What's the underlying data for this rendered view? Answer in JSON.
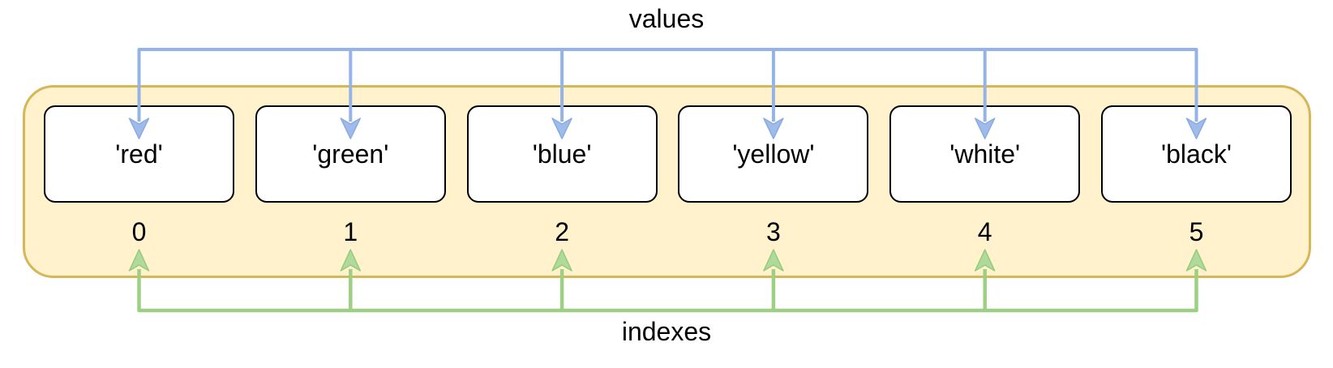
{
  "labels": {
    "top": "values",
    "bottom": "indexes"
  },
  "items": [
    {
      "value": "'red'",
      "index": "0"
    },
    {
      "value": "'green'",
      "index": "1"
    },
    {
      "value": "'blue'",
      "index": "2"
    },
    {
      "value": "'yellow'",
      "index": "3"
    },
    {
      "value": "'white'",
      "index": "4"
    },
    {
      "value": "'black'",
      "index": "5"
    }
  ],
  "colors": {
    "container_fill": "#FFF2CC",
    "container_border": "#D6B656",
    "box_fill": "#FFFFFF",
    "box_border": "#000000",
    "values_arrow_blue": "#94B3E6",
    "indexes_arrow_green": "#9DD083",
    "text": "#000000"
  }
}
